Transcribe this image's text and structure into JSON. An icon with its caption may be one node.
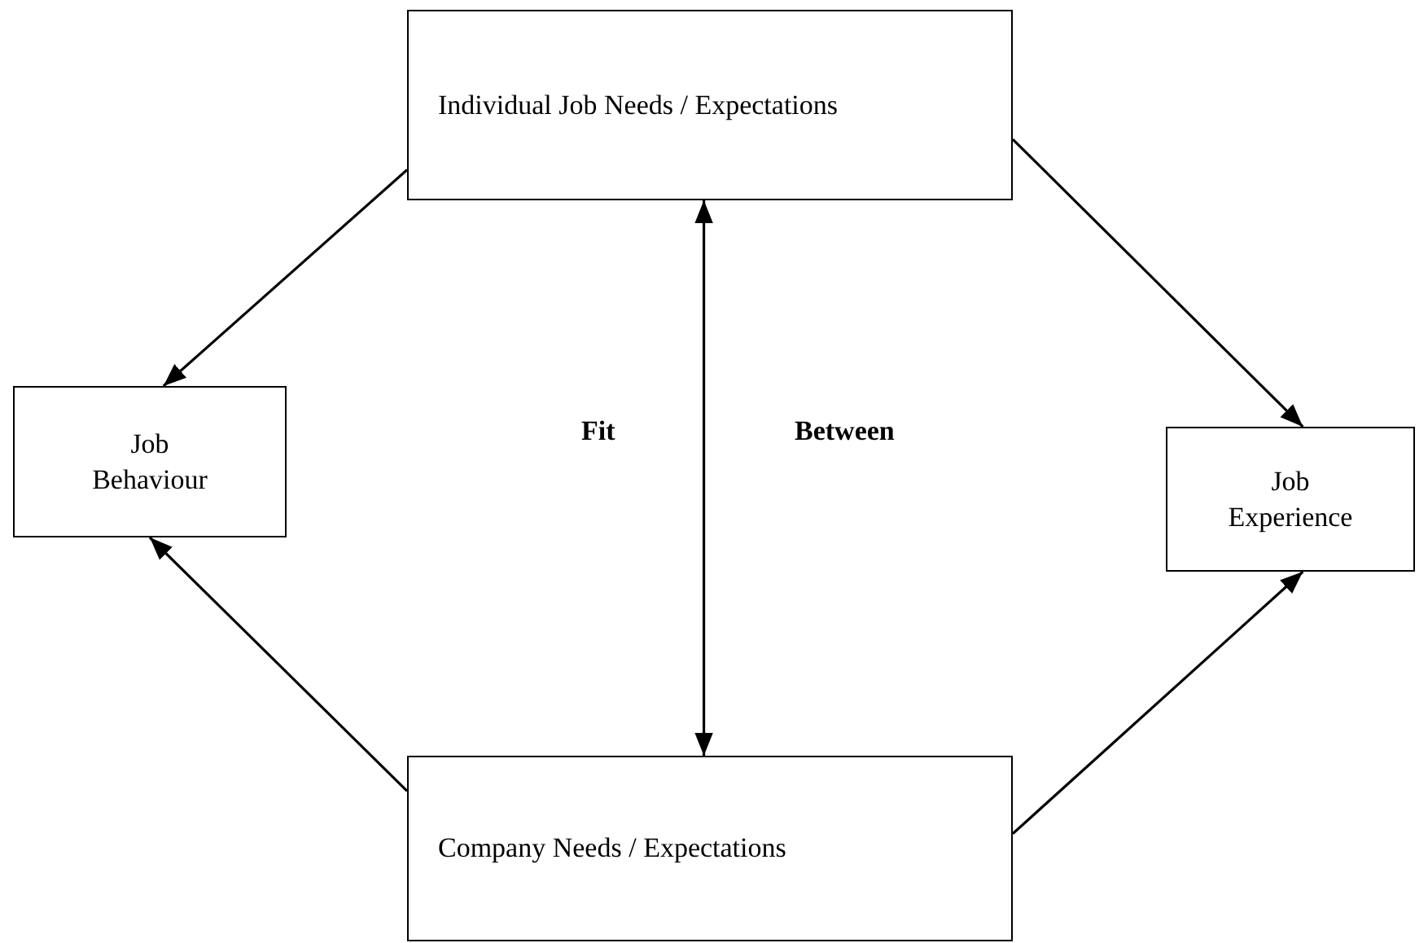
{
  "diagram": {
    "nodes": [
      {
        "text": [
          "Individual Job Needs / Expectations"
        ]
      },
      {
        "text": [
          "Job Behaviour"
        ]
      },
      {
        "text": [
          "Job Experience"
        ]
      },
      {
        "text": [
          "Company Needs / Expectations"
        ]
      }
    ],
    "edges": [
      {
        "from": 0,
        "to": 1,
        "arrow": "to"
      },
      {
        "from": 0,
        "to": 2,
        "arrow": "to"
      },
      {
        "from": 3,
        "to": 1,
        "arrow": "to"
      },
      {
        "from": 3,
        "to": 2,
        "arrow": "to"
      },
      {
        "from": 0,
        "to": 3,
        "arrow": "both"
      }
    ],
    "labels": [
      "Fit",
      "Between"
    ]
  }
}
